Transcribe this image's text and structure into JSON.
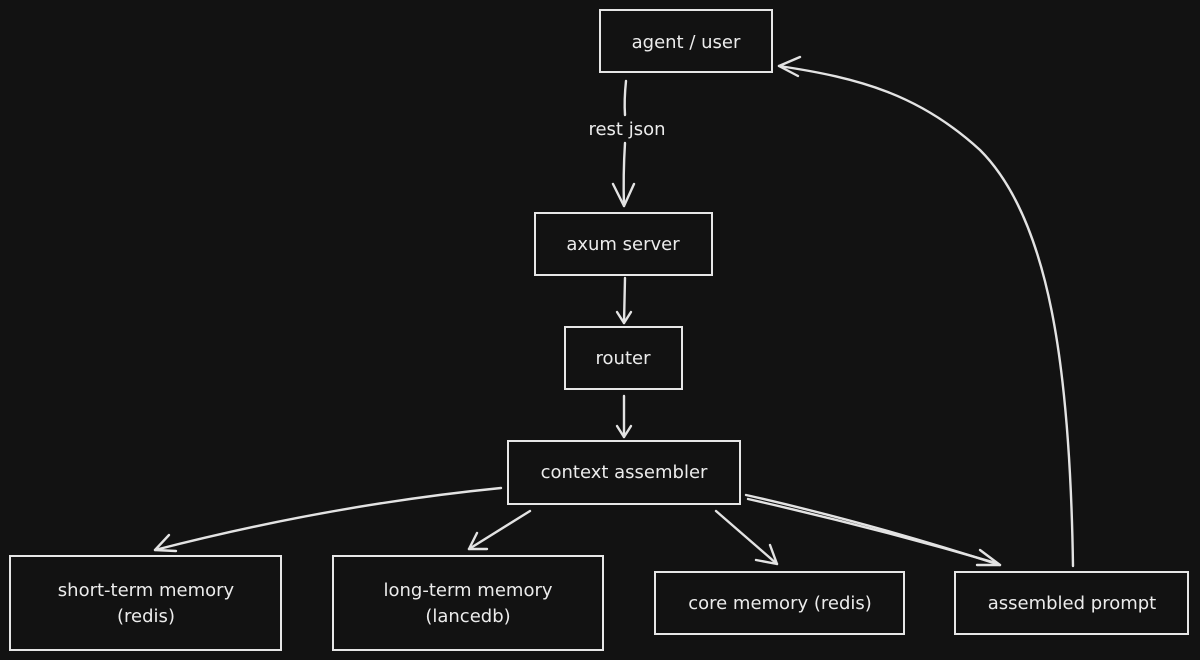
{
  "nodes": {
    "agent_user": {
      "label": "agent / user"
    },
    "axum_server": {
      "label": "axum server"
    },
    "router": {
      "label": "router"
    },
    "context_assembler": {
      "label": "context assembler"
    },
    "short_term_memory": {
      "line1": "short-term memory",
      "line2": "(redis)"
    },
    "long_term_memory": {
      "line1": "long-term memory",
      "line2": "(lancedb)"
    },
    "core_memory": {
      "label": "core memory (redis)"
    },
    "assembled_prompt": {
      "label": "assembled prompt"
    }
  },
  "edges": {
    "agent_to_axum": {
      "label": "rest json"
    }
  },
  "colors": {
    "background": "#121212",
    "stroke": "#e6e6e6",
    "text": "#ececec"
  }
}
